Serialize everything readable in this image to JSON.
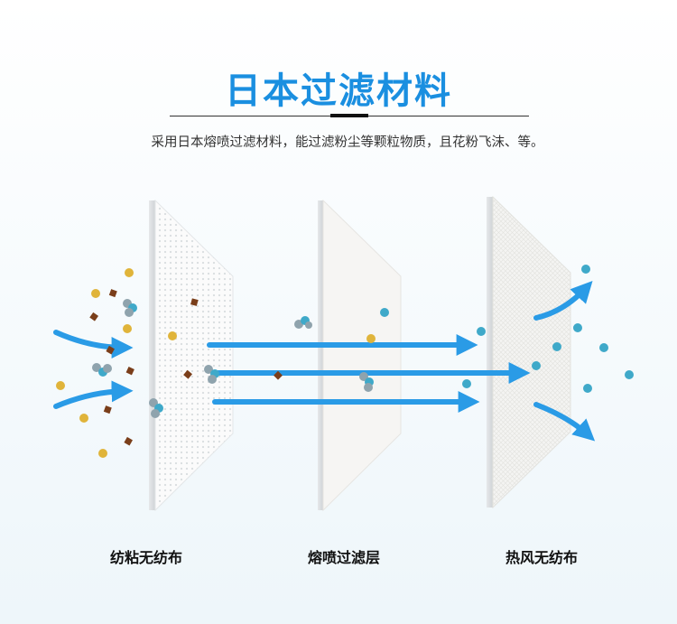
{
  "header": {
    "title": "日本过滤材料",
    "description": "采用日本熔喷过滤材料，能过滤粉尘等颗粒物质，且花粉飞沫、等。"
  },
  "layers": [
    {
      "label": "纺粘无纺布"
    },
    {
      "label": "熔喷过滤层"
    },
    {
      "label": "热风无纺布"
    }
  ],
  "colors": {
    "title": "#1a8fe0",
    "arrow": "#2a9be6",
    "particle_blue": "#3fa9c9",
    "particle_gold": "#e0b43a",
    "particle_brown": "#7a3e1a",
    "particle_grey": "#8fa3ad"
  }
}
